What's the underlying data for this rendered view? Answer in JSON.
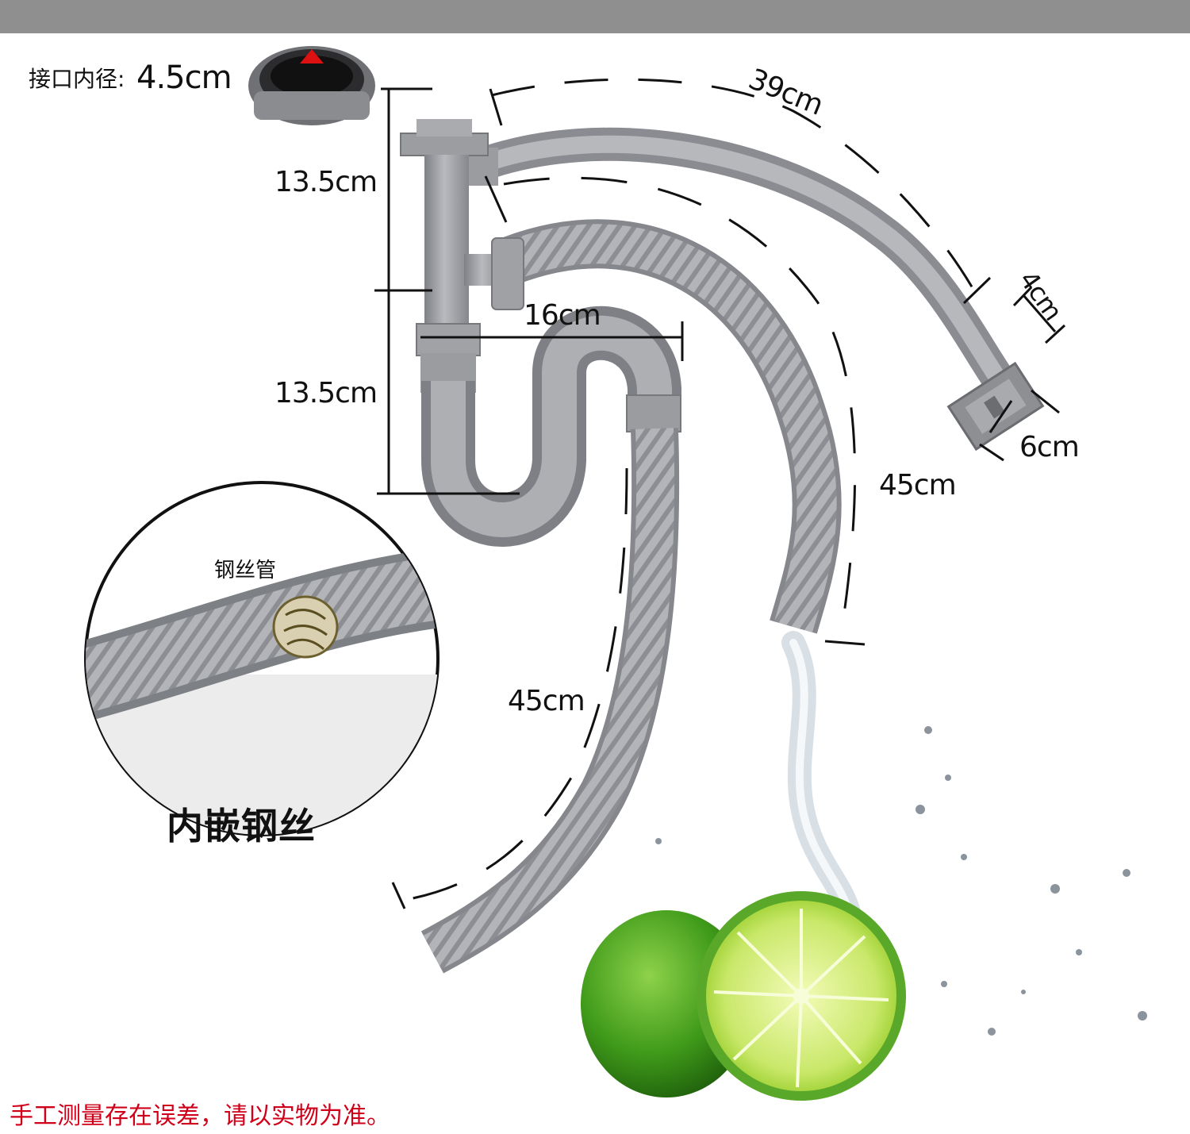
{
  "header": {
    "inner_diameter_label": "接口内径:",
    "inner_diameter_value": "4.5cm"
  },
  "dimensions": {
    "upper_tube": "13.5cm",
    "lower_trap": "13.5cm",
    "trap_width": "16cm",
    "overflow_hose": "39cm",
    "overflow_head_height": "4cm",
    "overflow_head_width": "6cm",
    "drain_hose_right": "45cm",
    "drain_hose_left": "45cm"
  },
  "inset": {
    "hose_label": "钢丝管",
    "caption": "内嵌钢丝"
  },
  "footer": {
    "disclaimer": "手工测量存在误差，请以实物为准。"
  },
  "colors": {
    "pipe": "#a4a6aa",
    "pipe_dark": "#7e8085",
    "disclaimer": "#d0001a",
    "lime": "#4aa01e"
  }
}
